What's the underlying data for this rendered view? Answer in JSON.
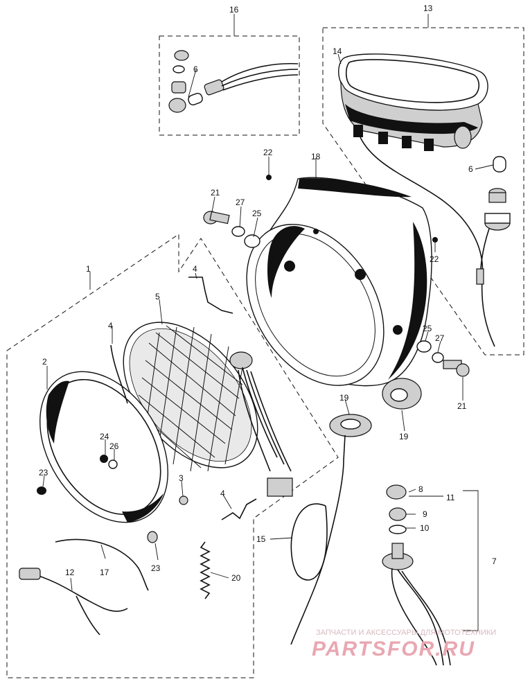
{
  "callouts": {
    "c1": "1",
    "c2": "2",
    "c3": "3",
    "c4a": "4",
    "c4b": "4",
    "c4c": "4",
    "c5": "5",
    "c6a": "6",
    "c6b": "6",
    "c7": "7",
    "c8": "8",
    "c9": "9",
    "c10": "10",
    "c11": "11",
    "c12": "12",
    "c13": "13",
    "c14": "14",
    "c15": "15",
    "c16": "16",
    "c17": "17",
    "c18": "18",
    "c19a": "19",
    "c19b": "19",
    "c20": "20",
    "c21a": "21",
    "c21b": "21",
    "c22a": "22",
    "c22b": "22",
    "c23a": "23",
    "c23b": "23",
    "c24": "24",
    "c25a": "25",
    "c25b": "25",
    "c26": "26",
    "c27a": "27",
    "c27b": "27"
  },
  "watermark": {
    "tagline": "ЗАПЧАСТИ И АКСЕССУАРЫ ДЛЯ МОТОТЕХНИКИ",
    "brand": "PARTSFOR.RU"
  }
}
